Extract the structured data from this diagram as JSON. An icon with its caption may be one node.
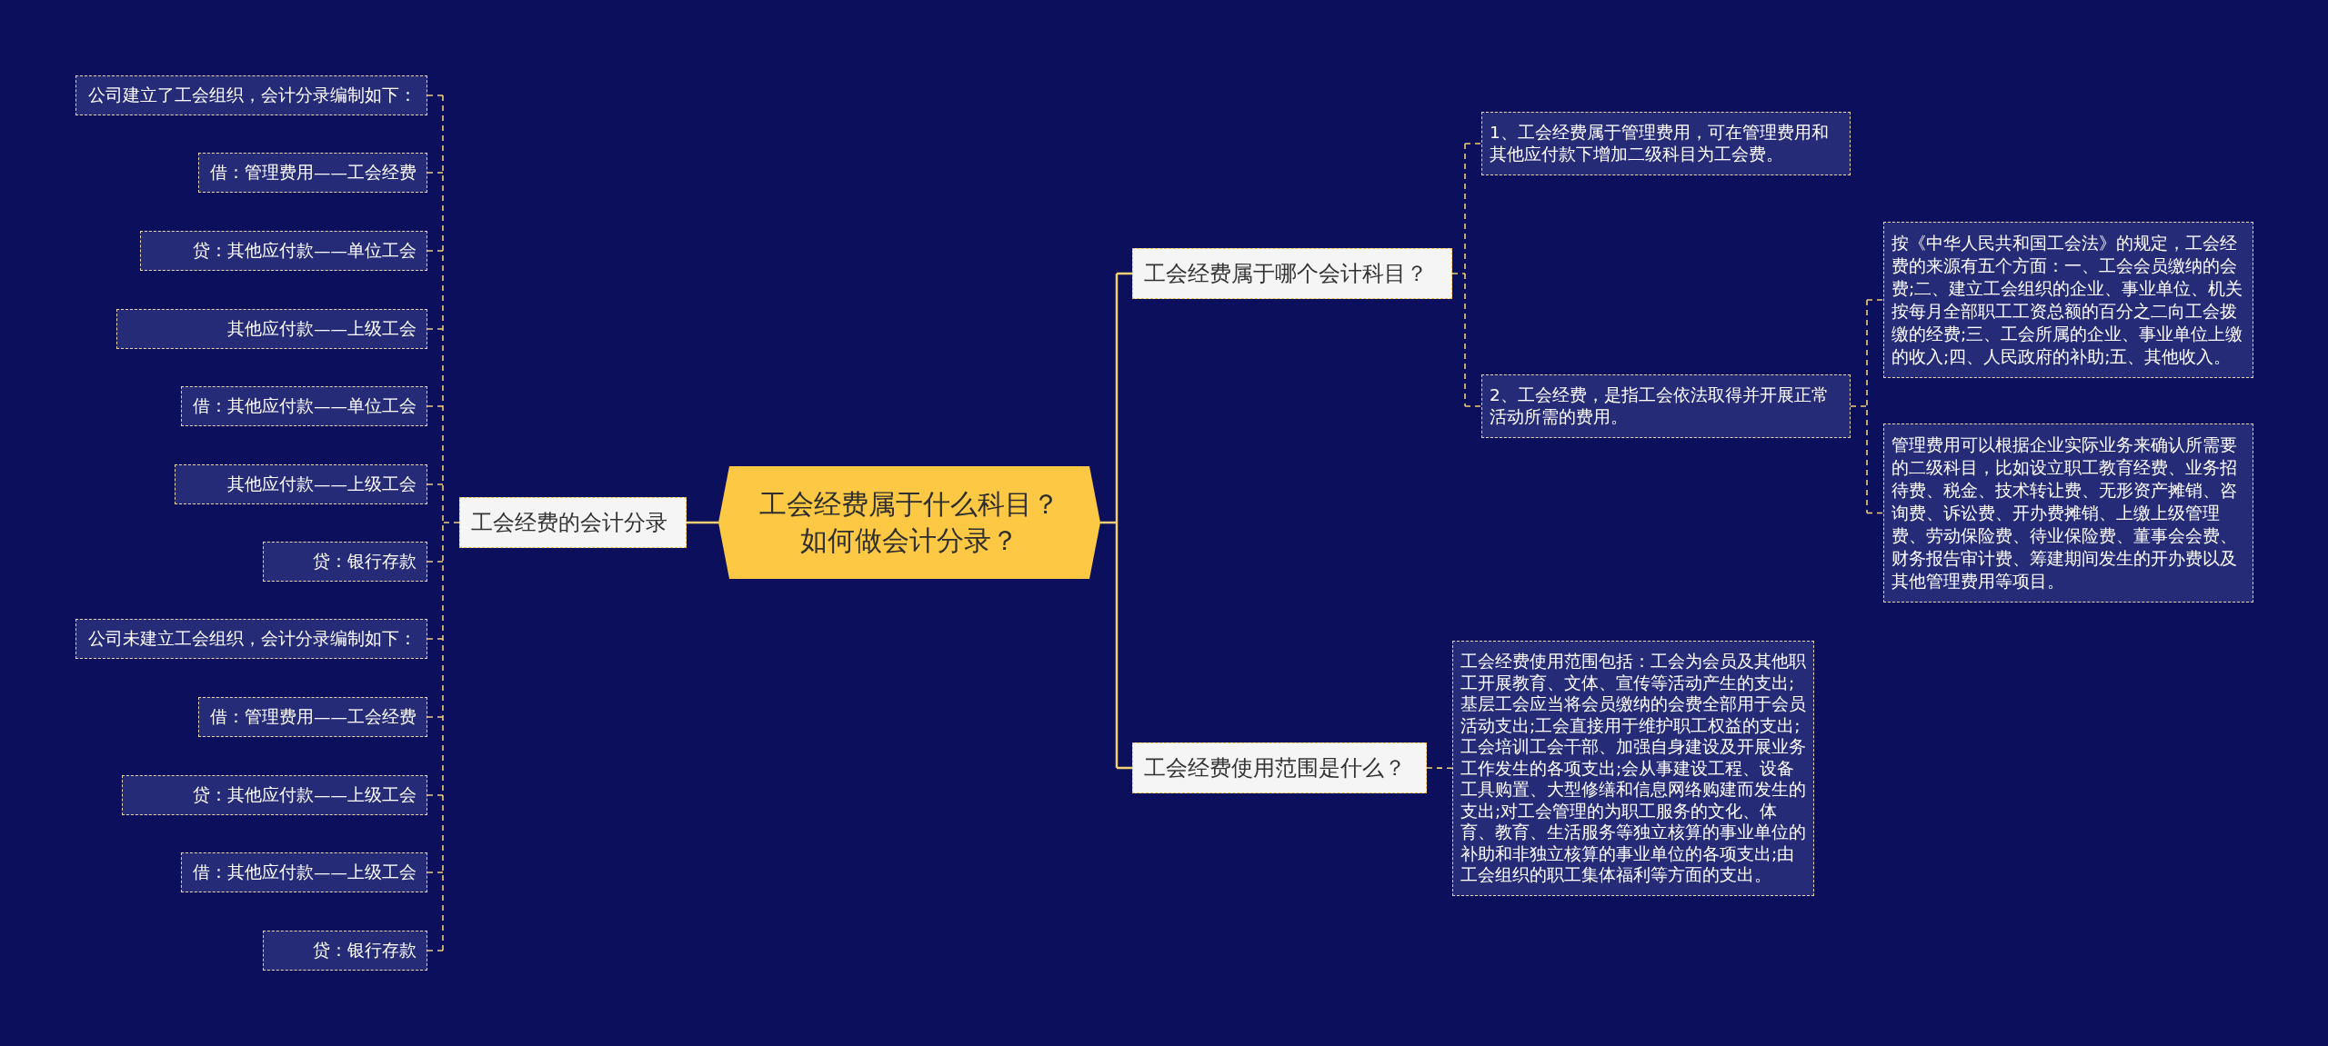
{
  "diagram": {
    "nodes": [
      {
        "text": [
          "工会经费属于什么科目？如何做会计分录？"
        ]
      },
      {
        "text": [
          "工会经费的会计分录"
        ]
      },
      {
        "text": [
          "公司建立了工会组织，会计分录编制如下："
        ]
      },
      {
        "text": [
          "借：管理费用——工会经费"
        ]
      },
      {
        "text": [
          "贷：其他应付款——单位工会"
        ]
      },
      {
        "text": [
          "其他应付款——上级工会"
        ]
      },
      {
        "text": [
          "借：其他应付款——单位工会"
        ]
      },
      {
        "text": [
          "其他应付款——上级工会"
        ]
      },
      {
        "text": [
          "贷：银行存款"
        ]
      },
      {
        "text": [
          "公司未建立工会组织，会计分录编制如下："
        ]
      },
      {
        "text": [
          "借：管理费用——工会经费"
        ]
      },
      {
        "text": [
          "贷：其他应付款——上级工会"
        ]
      },
      {
        "text": [
          "借：其他应付款——上级工会"
        ]
      },
      {
        "text": [
          "贷：银行存款"
        ]
      },
      {
        "text": [
          "工会经费属于哪个会计科目？"
        ]
      },
      {
        "text": [
          "1、工会经费属于管理费用，可在管理费用和其他应付款下增加二级科目为工会费。"
        ]
      },
      {
        "text": [
          "2、工会经费，是指工会依法取得并开展正常活动所需的费用。"
        ]
      },
      {
        "text": [
          "按《中华人民共和国工会法》的规定，工会经费的来源有五个方面：一、工会会员缴纳的会费;二、建立工会组织的企业、事业单位、机关按每月全部职工工资总额的百分之二向工会拨缴的经费;三、工会所属的企业、事业单位上缴的收入;四、人民政府的补助;五、其他收入。"
        ]
      },
      {
        "text": [
          "管理费用可以根据企业实际业务来确认所需要的二级科目，比如设立职工教育经费、业务招待费、税金、技术转让费、无形资产摊销、咨询费、诉讼费、开办费摊销、上缴上级管理费、劳动保险费、待业保险费、董事会会费、财务报告审计费、筹建期间发生的开办费以及其他管理费用等项目。"
        ]
      },
      {
        "text": [
          "工会经费使用范围是什么？"
        ]
      },
      {
        "text": [
          "工会经费使用范围包括：工会为会员及其他职工开展教育、文体、宣传等活动产生的支出;基层工会应当将会员缴纳的会费全部用于会员活动支出;工会直接用于维护职工权益的支出;工会培训工会干部、加强自身建设及开展业务工作发生的各项支出;会从事建设工程、设备工具购置、大型修缮和信息网络购建而发生的支出;对工会管理的为职工服务的文化、体育、教育、生活服务等独立核算的事业单位的补助和非独立核算的事业单位的各项支出;由工会组织的职工集体福利等方面的支出。"
        ]
      }
    ],
    "edges": [
      {
        "from": 0,
        "to": 1,
        "arrow": "none"
      },
      {
        "from": 1,
        "to": 2,
        "arrow": "none",
        "style": "dashed"
      },
      {
        "from": 1,
        "to": 3,
        "arrow": "none",
        "style": "dashed"
      },
      {
        "from": 1,
        "to": 4,
        "arrow": "none",
        "style": "dashed"
      },
      {
        "from": 1,
        "to": 5,
        "arrow": "none",
        "style": "dashed"
      },
      {
        "from": 1,
        "to": 6,
        "arrow": "none",
        "style": "dashed"
      },
      {
        "from": 1,
        "to": 7,
        "arrow": "none",
        "style": "dashed"
      },
      {
        "from": 1,
        "to": 8,
        "arrow": "none",
        "style": "dashed"
      },
      {
        "from": 1,
        "to": 9,
        "arrow": "none",
        "style": "dashed"
      },
      {
        "from": 1,
        "to": 10,
        "arrow": "none",
        "style": "dashed"
      },
      {
        "from": 1,
        "to": 11,
        "arrow": "none",
        "style": "dashed"
      },
      {
        "from": 1,
        "to": 12,
        "arrow": "none",
        "style": "dashed"
      },
      {
        "from": 1,
        "to": 13,
        "arrow": "none",
        "style": "dashed"
      },
      {
        "from": 0,
        "to": 14,
        "arrow": "none"
      },
      {
        "from": 14,
        "to": 15,
        "arrow": "none",
        "style": "dashed"
      },
      {
        "from": 14,
        "to": 16,
        "arrow": "none",
        "style": "dashed"
      },
      {
        "from": 16,
        "to": 17,
        "arrow": "none",
        "style": "dashed"
      },
      {
        "from": 16,
        "to": 18,
        "arrow": "none",
        "style": "dashed"
      },
      {
        "from": 0,
        "to": 19,
        "arrow": "none"
      },
      {
        "from": 19,
        "to": 20,
        "arrow": "none",
        "style": "dashed"
      }
    ]
  }
}
